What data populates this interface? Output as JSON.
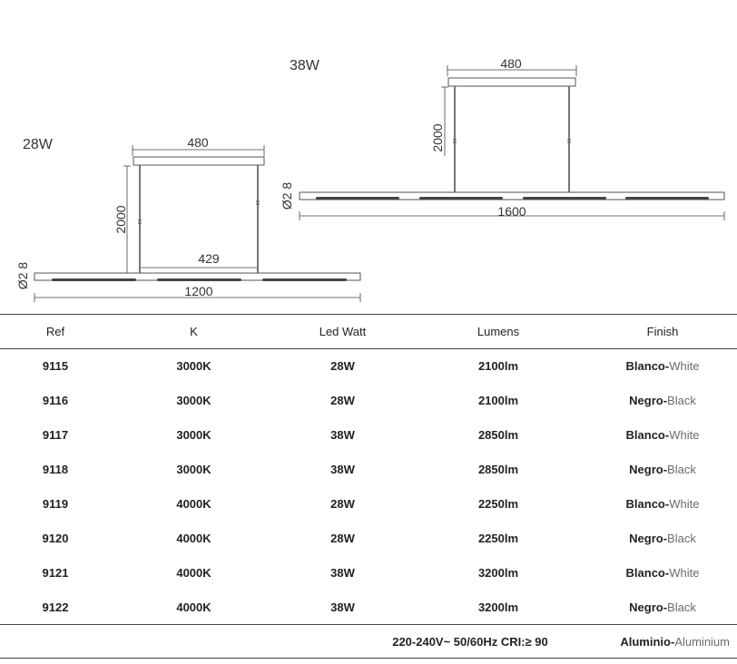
{
  "drawings": {
    "left": {
      "power": "28W",
      "canopy_width": "480",
      "cable_length": "2000",
      "inner_span": "429",
      "profile": "Ø2 8",
      "length": "1200"
    },
    "right": {
      "power": "38W",
      "canopy_width": "480",
      "cable_length": "2000",
      "profile": "Ø2 8",
      "length": "1600"
    }
  },
  "table": {
    "headers": {
      "ref": "Ref",
      "k": "K",
      "watt": "Led Watt",
      "lumens": "Lumens",
      "finish": "Finish"
    },
    "rows": [
      {
        "ref": "9115",
        "k": "3000K",
        "watt": "28W",
        "lumens": "2100lm",
        "finish_es": "Blanco",
        "finish_en": "White"
      },
      {
        "ref": "9116",
        "k": "3000K",
        "watt": "28W",
        "lumens": "2100lm",
        "finish_es": "Negro",
        "finish_en": "Black"
      },
      {
        "ref": "9117",
        "k": "3000K",
        "watt": "38W",
        "lumens": "2850lm",
        "finish_es": "Blanco",
        "finish_en": "White"
      },
      {
        "ref": "9118",
        "k": "3000K",
        "watt": "38W",
        "lumens": "2850lm",
        "finish_es": "Negro",
        "finish_en": "Black"
      },
      {
        "ref": "9119",
        "k": "4000K",
        "watt": "28W",
        "lumens": "2250lm",
        "finish_es": "Blanco",
        "finish_en": "White"
      },
      {
        "ref": "9120",
        "k": "4000K",
        "watt": "28W",
        "lumens": "2250lm",
        "finish_es": "Negro",
        "finish_en": "Black"
      },
      {
        "ref": "9121",
        "k": "4000K",
        "watt": "38W",
        "lumens": "3200lm",
        "finish_es": "Blanco",
        "finish_en": "White"
      },
      {
        "ref": "9122",
        "k": "4000K",
        "watt": "38W",
        "lumens": "3200lm",
        "finish_es": "Negro",
        "finish_en": "Black"
      }
    ],
    "footer": {
      "electrical": "220-240V~ 50/60Hz CRI:≥ 90",
      "material_es": "Aluminio",
      "material_en": "Aluminium"
    }
  }
}
